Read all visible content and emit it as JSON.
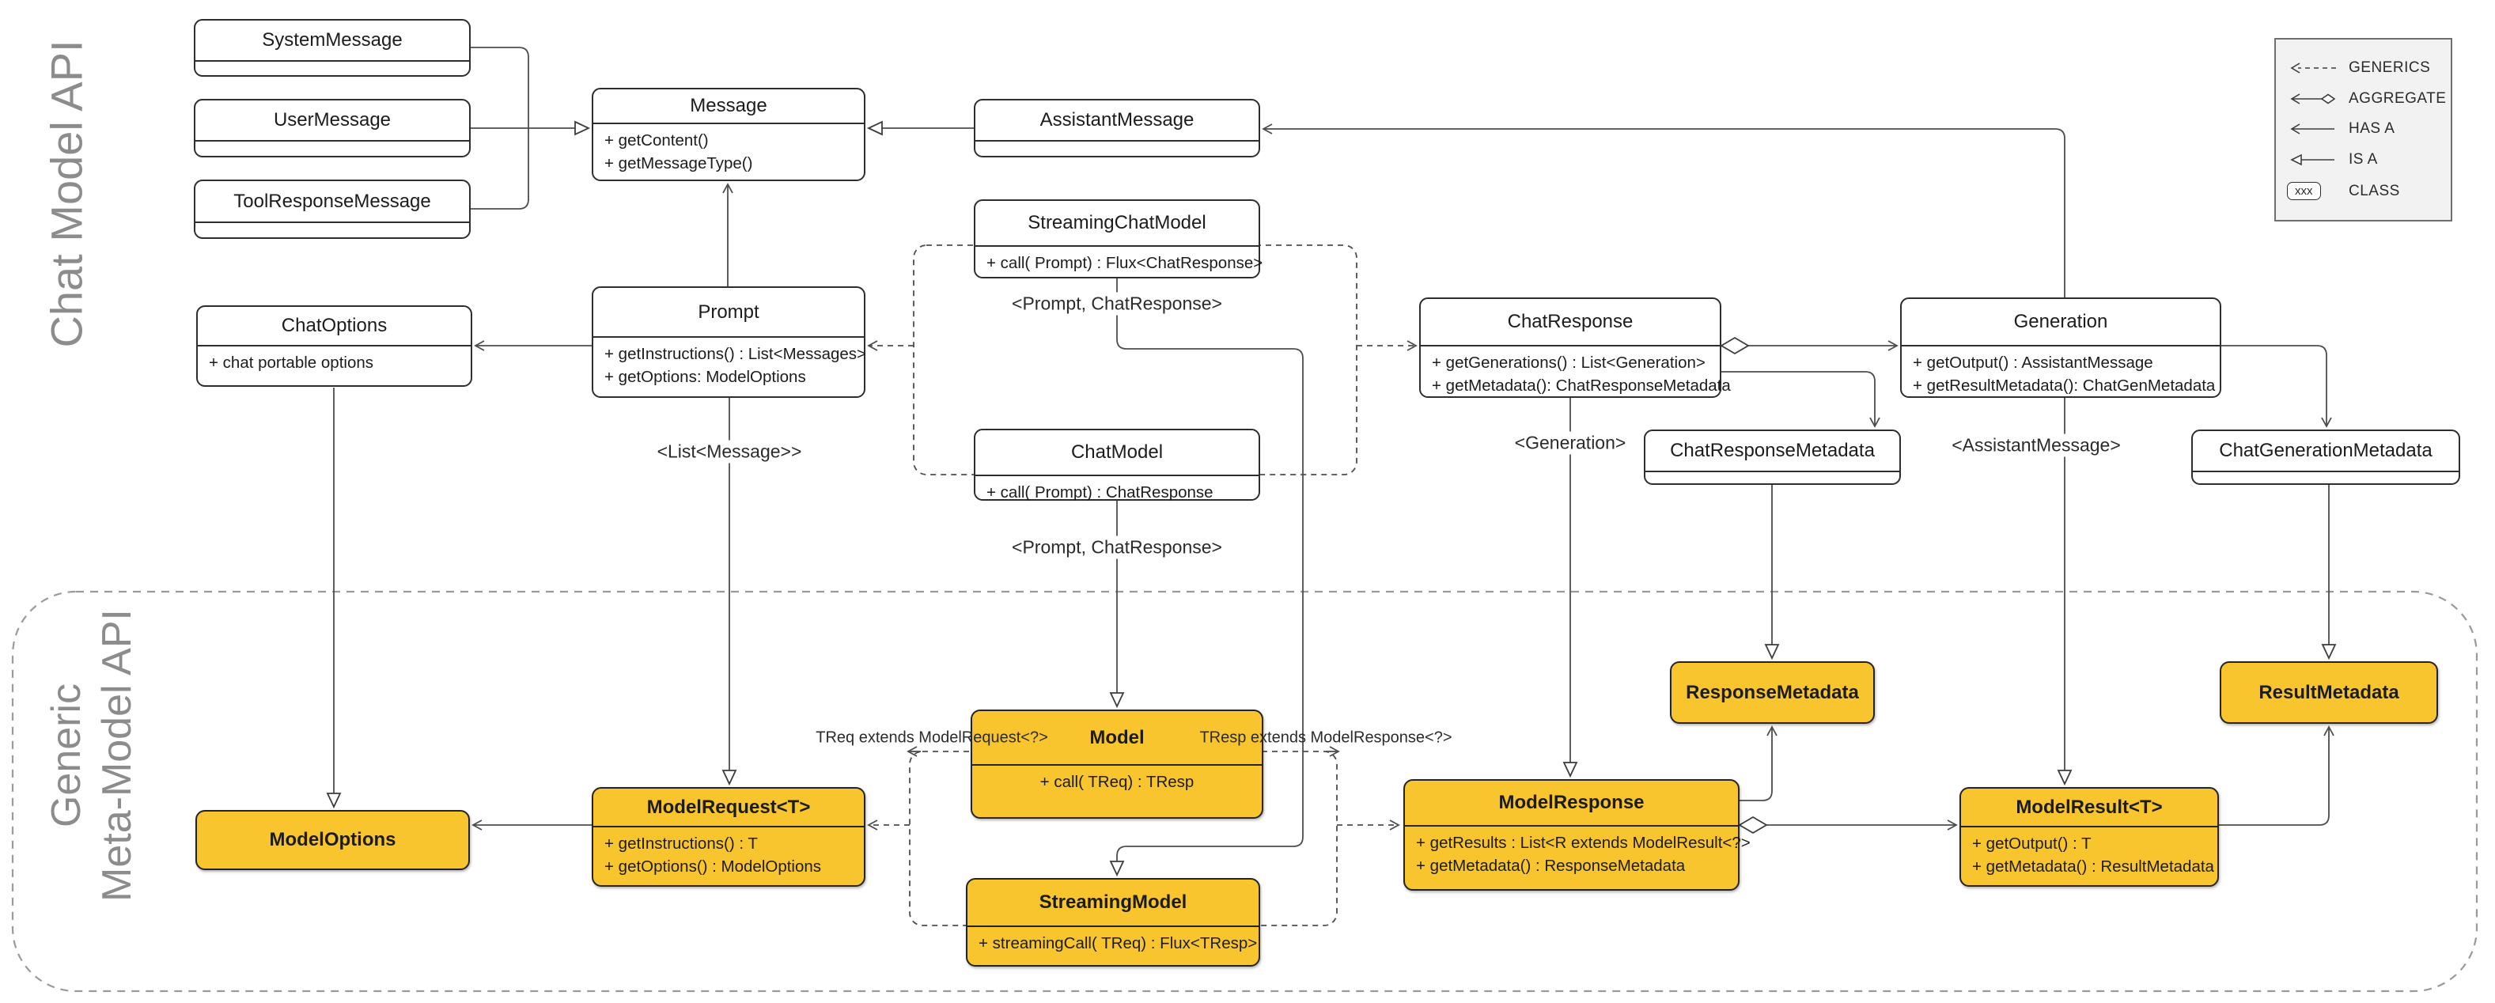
{
  "sections": {
    "chat_api_label": "Chat Model API",
    "meta_api_label_line1": "Generic",
    "meta_api_label_line2": "Meta-Model API"
  },
  "legend": {
    "items": [
      {
        "icon": "generics-arrow-icon",
        "label": "GENERICS"
      },
      {
        "icon": "aggregate-arrow-icon",
        "label": "AGGREGATE"
      },
      {
        "icon": "has-a-arrow-icon",
        "label": "HAS A"
      },
      {
        "icon": "is-a-arrow-icon",
        "label": "IS A"
      },
      {
        "icon": "class-box-icon",
        "label": "CLASS",
        "sample": "xxx"
      }
    ]
  },
  "classes": {
    "system_message": {
      "title": "SystemMessage",
      "methods": []
    },
    "user_message": {
      "title": "UserMessage",
      "methods": []
    },
    "tool_response_message": {
      "title": "ToolResponseMessage",
      "methods": []
    },
    "message": {
      "title": "Message",
      "methods": [
        "+ getContent()",
        "+ getMessageType()"
      ]
    },
    "assistant_message": {
      "title": "AssistantMessage",
      "methods": []
    },
    "chat_options": {
      "title": "ChatOptions",
      "methods": [
        "+ chat portable options"
      ]
    },
    "prompt": {
      "title": "Prompt",
      "methods": [
        "+ getInstructions() : List<Messages>",
        "+ getOptions: ModelOptions"
      ]
    },
    "streaming_chat_model": {
      "title": "StreamingChatModel",
      "methods": [
        "+ call( Prompt) : Flux<ChatResponse>"
      ]
    },
    "chat_model": {
      "title": "ChatModel",
      "methods": [
        "+ call( Prompt) : ChatResponse"
      ]
    },
    "chat_response": {
      "title": "ChatResponse",
      "methods": [
        "+ getGenerations() : List<Generation>",
        "+ getMetadata(): ChatResponseMetadata"
      ]
    },
    "generation": {
      "title": "Generation",
      "methods": [
        "+ getOutput() : AssistantMessage",
        "+ getResultMetadata(): ChatGenMetadata"
      ]
    },
    "chat_response_metadata": {
      "title": "ChatResponseMetadata",
      "methods": []
    },
    "chat_generation_metadata": {
      "title": "ChatGenerationMetadata",
      "methods": []
    },
    "model_options": {
      "title": "ModelOptions",
      "methods": []
    },
    "model_request": {
      "title": "ModelRequest<T>",
      "methods": [
        "+ getInstructions() : T",
        "+ getOptions() : ModelOptions"
      ]
    },
    "model": {
      "title": "Model",
      "methods": [
        "+ call( TReq) : TResp"
      ]
    },
    "streaming_model": {
      "title": "StreamingModel",
      "methods": [
        "+ streamingCall( TReq) : Flux<TResp>"
      ]
    },
    "model_response": {
      "title": "ModelResponse",
      "methods": [
        "+ getResults : List<R extends ModelResult<?>",
        "+ getMetadata() : ResponseMetadata"
      ]
    },
    "model_result": {
      "title": "ModelResult<T>",
      "methods": [
        "+ getOutput() : T",
        "+ getMetadata() : ResultMetadata"
      ]
    },
    "response_metadata": {
      "title": "ResponseMetadata",
      "methods": []
    },
    "result_metadata": {
      "title": "ResultMetadata",
      "methods": []
    }
  },
  "annotations": {
    "generic_args_streaming_chat": "<Prompt, ChatResponse>",
    "generic_args_chat": "<Prompt, ChatResponse>",
    "generic_args_prompt": "<List<Message>>",
    "generic_args_chat_response": "<Generation>",
    "generic_args_generation": "<AssistantMessage>",
    "treq_bound": "TReq extends ModelRequest<?>",
    "tresp_bound": "TResp extends ModelResponse<?>"
  },
  "colors": {
    "class_yellow": "#F9C52E",
    "section_label_gray": "#8C8C8C",
    "line_color": "#4D4D4D",
    "legend_bg": "#F2F2F2",
    "outer_frame_gray": "#9A9A9A"
  }
}
